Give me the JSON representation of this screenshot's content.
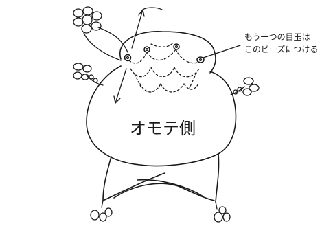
{
  "labels": {
    "body_side": "オモテ側",
    "note_line1": "もう一つの目玉は",
    "note_line2": "このビーズにつける"
  },
  "colors": {
    "ink": "#1a1a1a",
    "paper": "#ffffff"
  }
}
